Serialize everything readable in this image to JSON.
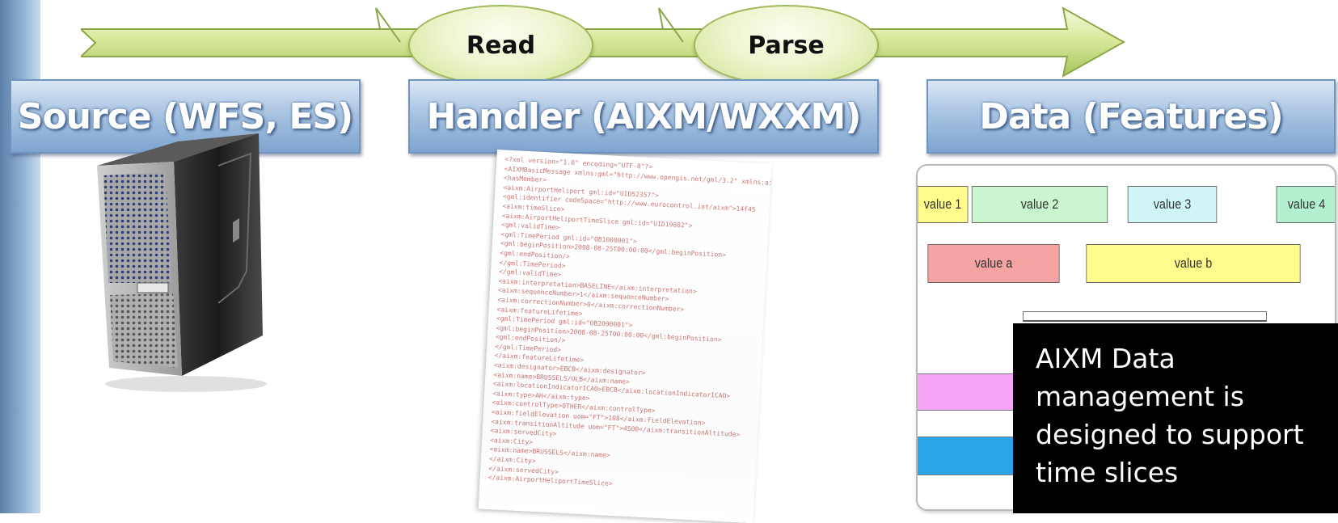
{
  "colors": {
    "arrow": "#c5dc82",
    "header": "#8fb2da",
    "value_yellow": "#fffb8c",
    "value_green": "#c9f5cf",
    "value_cyan": "#cff5f7",
    "value_teal": "#b4f0d0",
    "value_red": "#f5a3a3",
    "value_magenta": "#f7a6f7",
    "value_blue": "#2aa6e8"
  },
  "stages": [
    {
      "label": "Read"
    },
    {
      "label": "Parse"
    }
  ],
  "components": [
    {
      "title": "Source (WFS, ES)"
    },
    {
      "title": "Handler (AIXM/WXXM)"
    },
    {
      "title": "Data (Features)"
    }
  ],
  "xml_lines": [
    "<?xml version=\"1.0\" encoding=\"UTF-8\"?>",
    "<AIXMBasicMessage xmlns:gml=\"http://www.opengis.net/gml/3.2\" xmlns:aixm",
    "  <hasMember>",
    "    <aixm:AirportHeliport gml:id=\"UID52357\">",
    "      <gml:identifier codeSpace=\"http://www.eurocontrol.int/aixm\">14f45",
    "      <aixm:timeSlice>",
    "        <aixm:AirportHeliportTimeSlice gml:id=\"UID19882\">",
    "          <gml:validTime>",
    "            <gml:TimePeriod gml:id=\"OB1000001\">",
    "              <gml:beginPosition>2008-08-25T00:00:00</gml:beginPosition>",
    "              <gml:endPosition/>",
    "            </gml:TimePeriod>",
    "          </gml:validTime>",
    "          <aixm:interpretation>BASELINE</aixm:interpretation>",
    "          <aixm:sequenceNumber>1</aixm:sequenceNumber>",
    "          <aixm:correctionNumber>0</aixm:correctionNumber>",
    "          <aixm:featureLifetime>",
    "            <gml:TimePeriod gml:id=\"OB2000001\">",
    "              <gml:beginPosition>2008-08-25T00:00:00</gml:beginPosition>",
    "              <gml:endPosition/>",
    "            </gml:TimePeriod>",
    "          </aixm:featureLifetime>",
    "          <aixm:designator>EBCB</aixm:designator>",
    "          <aixm:name>BRUSSELS/ULB</aixm:name>",
    "          <aixm:locationIndicatorICAO>EBCB</aixm:locationIndicatorICAO>",
    "          <aixm:type>AH</aixm:type>",
    "          <aixm:controlType>OTHER</aixm:controlType>",
    "          <aixm:fieldElevation uom=\"FT\">108</aixm:fieldElevation>",
    "          <aixm:transitionAltitude uom=\"FT\">4500</aixm:transitionAltitude>",
    "          <aixm:servedCity>",
    "            <aixm:City>",
    "              <aixm:name>BRUSSELS</aixm:name>",
    "            </aixm:City>",
    "          </aixm:servedCity>",
    "        </aixm:AirportHeliportTimeSlice>"
  ],
  "features": {
    "values": [
      "value 1",
      "value 2",
      "value 3",
      "value 4",
      "value a",
      "value b"
    ]
  },
  "note": {
    "text": "AIXM Data management is designed to support time slices"
  }
}
